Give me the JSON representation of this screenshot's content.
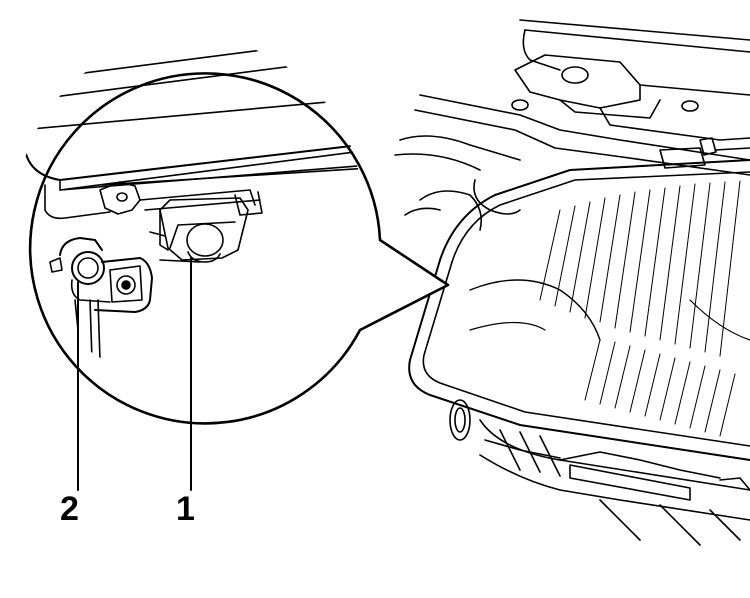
{
  "figure": {
    "callouts": [
      {
        "id": "2",
        "text": "2",
        "target": "headlight-adjuster-clip"
      },
      {
        "id": "1",
        "text": "1",
        "target": "headlight-mounting-bolt"
      }
    ],
    "colors": {
      "line": "#000000",
      "background": "#ffffff"
    }
  }
}
